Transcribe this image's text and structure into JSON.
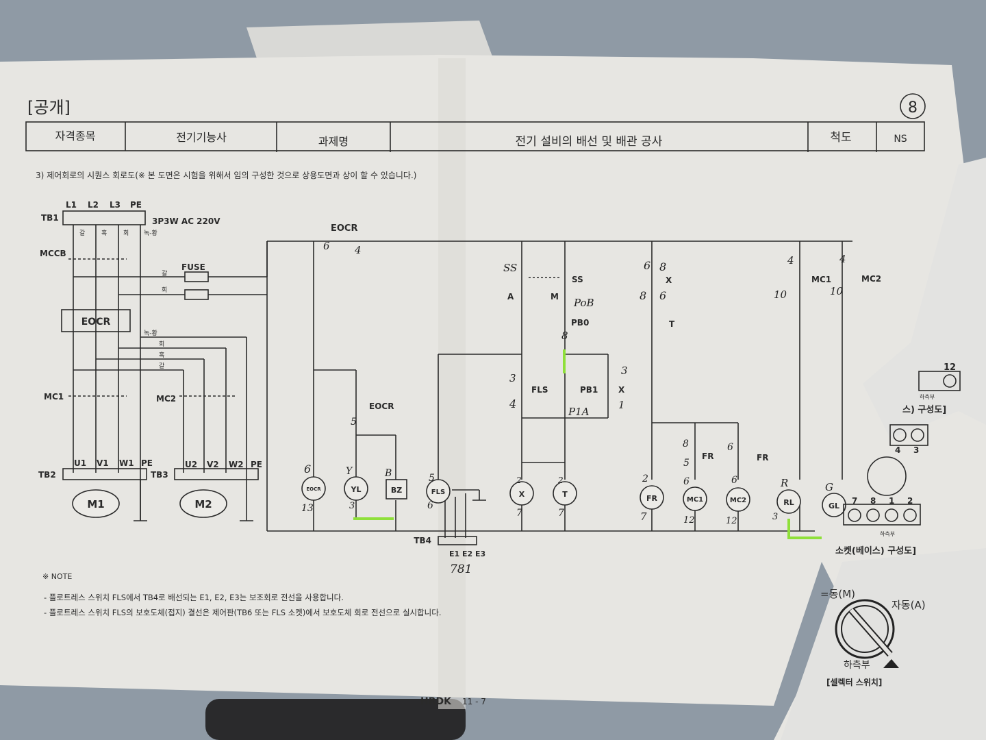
{
  "header": {
    "tag": "[공개]",
    "page_no": "8",
    "qualification_label": "자격종목",
    "qualification_value": "전기기능사",
    "task_label": "과제명",
    "task_value": "전기 설비의 배선 및 배관 공사",
    "scale_label": "척도",
    "scale_value": "NS"
  },
  "subtitle": "3) 제어회로의 시퀀스 회로도(※ 본 도면은 시험을 위해서 임의 구성한 것으로 상용도면과 상이 할 수 있습니다.)",
  "power": {
    "lines": [
      "L1",
      "L2",
      "L3",
      "PE"
    ],
    "tb1": "TB1",
    "supply": "3P3W AC 220V",
    "wire_colors": [
      "갈",
      "흑",
      "회",
      "녹-황"
    ],
    "mccb": "MCCB",
    "fuse": "FUSE",
    "fuse_wires": [
      "갈",
      "회"
    ],
    "eocr": "EOCR",
    "branch_wires": [
      "녹-황",
      "회",
      "흑",
      "갈"
    ],
    "mc1": "MC1",
    "mc2": "MC2",
    "tb2": "TB2",
    "tb3": "TB3",
    "tb2_terms": [
      "U1",
      "V1",
      "W1",
      "PE"
    ],
    "tb3_terms": [
      "U2",
      "V2",
      "W2",
      "PE"
    ],
    "m1": "M1",
    "m2": "M2"
  },
  "control": {
    "eocr_top": "EOCR",
    "ss": "SS",
    "a": "A",
    "m": "M",
    "pb0": "PB0",
    "pb1": "PB1",
    "fls": "FLS",
    "x": "X",
    "t": "T",
    "eocr_contact": "EOCR",
    "mc1": "MC1",
    "mc2": "MC2",
    "fr": "FR",
    "coils": [
      "EOCR",
      "YL",
      "BZ",
      "FLS",
      "X",
      "T",
      "FR",
      "MC1",
      "MC2",
      "RL",
      "GL"
    ],
    "tb4": "TB4",
    "tb4_terms": [
      "E1",
      "E2",
      "E3"
    ]
  },
  "handwritten": {
    "eocr_in": "6",
    "eocr_out": "4",
    "ss_left": "SS",
    "pob": "PoB",
    "pb0_num": "8",
    "fls_top": "3",
    "fls_bot": "4",
    "p1a": "P1A",
    "x_top": "3",
    "x_bot": "1",
    "x_c1": "6",
    "x_c2": "8",
    "t_c": "8",
    "t_c2": "6",
    "eocr_5": "5",
    "coil_eocr_top": "6",
    "coil_eocr_bot": "13",
    "yl_top": "Y",
    "yl_bot": "3",
    "bz_top": "B",
    "fls_5": "5",
    "fls_6": "6",
    "x_2": "2",
    "x_7": "7",
    "t_2": "2",
    "t_7": "7",
    "fr_2": "2",
    "fr_7": "7",
    "mc1_8": "8",
    "mc1_5": "5",
    "mc1_6": "6",
    "mc1_12": "12",
    "mc2_6": "6",
    "mc2_6b": "6",
    "mc2_12": "12",
    "rl_r": "R",
    "rl_3": "3",
    "gl_g": "G",
    "mc1_4": "4",
    "mc1_10": "10",
    "mc2_4": "4",
    "mc2_10": "10",
    "tb4_nums": "781"
  },
  "notes": {
    "title": "※ NOTE",
    "items": [
      "- 플로트레스 스위치 FLS에서 TB4로 배선되는 E1, E2, E3는 보조회로 전선을 사용합니다.",
      "- 플로트레스 스위치 FLS의 보호도체(접지) 결선은 제어판(TB6 또는 FLS 소켓)에서 보호도체 회로 전선으로 실시합니다."
    ]
  },
  "socket": {
    "top_term": "12",
    "upper_caption": "스) 구성도]",
    "upper_bottom": "하측부",
    "mid_terms": [
      "4",
      "3"
    ],
    "bottom_terms": [
      "7",
      "8",
      "1",
      "2"
    ],
    "lower_bottom": "하측부",
    "caption": "소켓(베이스) 구성도]"
  },
  "selector": {
    "manual": "=동(M)",
    "auto": "자동(A)",
    "bottom": "하측부",
    "caption": "[셀렉터 스위치]"
  },
  "footer": {
    "brand": "HRDK",
    "page": "11 - 7"
  }
}
